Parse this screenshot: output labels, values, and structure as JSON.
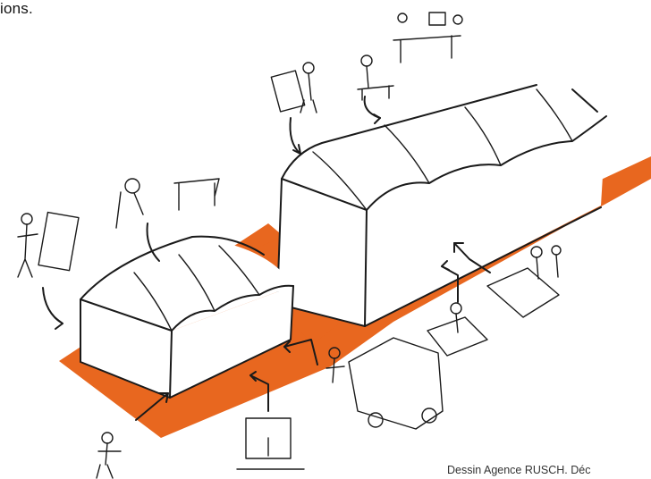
{
  "top_text": "ions.",
  "credit": "Dessin Agence RUSCH. Déc",
  "colors": {
    "accent": "#e8671f",
    "ink": "#1a1a1a",
    "background": "#ffffff"
  },
  "illustration": {
    "subject": "two-tents-with-orange-path",
    "icons": [
      "tent",
      "arrow",
      "worker-figure",
      "truck",
      "workbench",
      "easel",
      "computer-desk"
    ]
  }
}
